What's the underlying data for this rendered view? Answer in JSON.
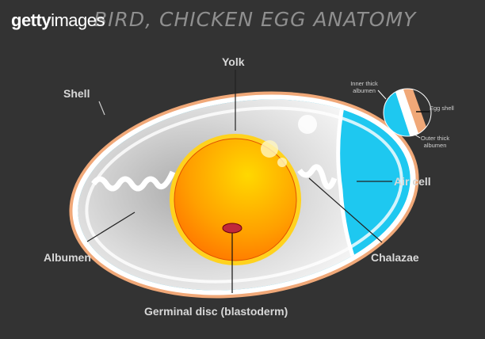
{
  "title": "BIRD, CHICKEN EGG ANATOMY",
  "watermark": {
    "bold": "getty",
    "regular": "images"
  },
  "labels": {
    "yolk": "Yolk",
    "shell": "Shell",
    "air_cell": "Air cell",
    "albumen": "Albumen",
    "chalazae": "Chalazae",
    "germinal_disc": "Germinal disc (blastoderm)"
  },
  "inset": {
    "inner": "Inner thick albumen",
    "egg_shell": "Egg shell",
    "outer": "Outer thick albumen"
  },
  "colors": {
    "background": "#333333",
    "shell": "#f0a878",
    "air_cell": "#1ec8f0",
    "yolk": "#ff9a00",
    "yolk_ring": "#ffd21e",
    "germinal_disc": "#c0283a"
  }
}
